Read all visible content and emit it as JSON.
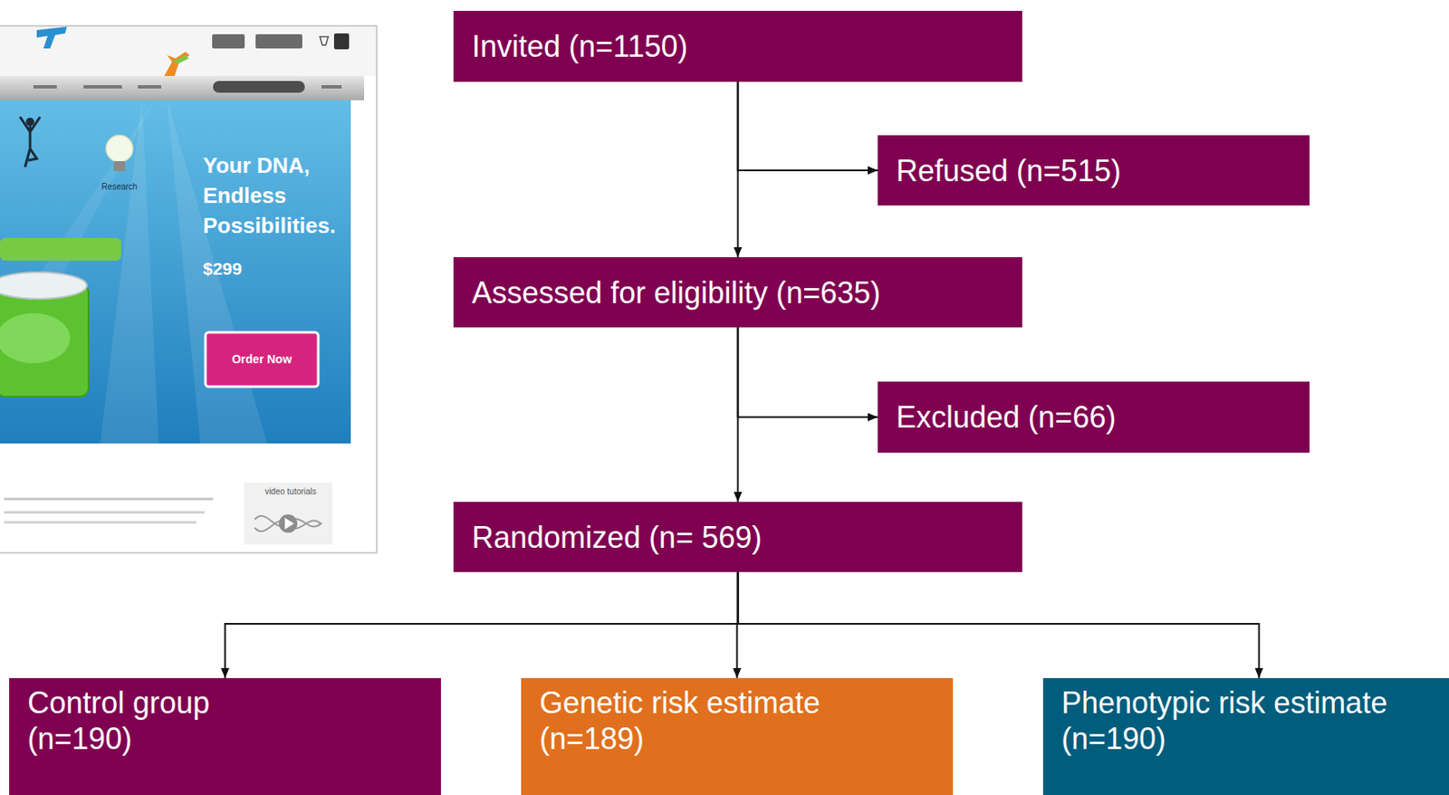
{
  "diagram": {
    "nodes": [
      {
        "text": [
          "Invited (n=1150)"
        ]
      },
      {
        "text": [
          "Refused (n=515)"
        ]
      },
      {
        "text": [
          "Assessed for eligibility (n=635)"
        ]
      },
      {
        "text": [
          "Excluded (n=66)"
        ]
      },
      {
        "text": [
          "Randomized (n= 569)"
        ]
      },
      {
        "text": [
          "Control group (n=190)"
        ]
      },
      {
        "text": [
          "Genetic risk estimate (n=189)"
        ]
      },
      {
        "text": [
          "Phenotypic risk estimate (n=190)"
        ]
      }
    ],
    "edges": [
      {
        "from": 0,
        "to": 1,
        "arrow": "to"
      },
      {
        "from": 0,
        "to": 2,
        "arrow": "to"
      },
      {
        "from": 2,
        "to": 3,
        "arrow": "to"
      },
      {
        "from": 2,
        "to": 4,
        "arrow": "to"
      },
      {
        "from": 4,
        "to": 5,
        "arrow": "to"
      },
      {
        "from": 4,
        "to": 6,
        "arrow": "to"
      },
      {
        "from": 4,
        "to": 7,
        "arrow": "to"
      }
    ],
    "labels": [
      "Research",
      "Your DNA, Endless Possibilities.",
      "$299",
      "Order Now",
      "video tutorials"
    ]
  }
}
